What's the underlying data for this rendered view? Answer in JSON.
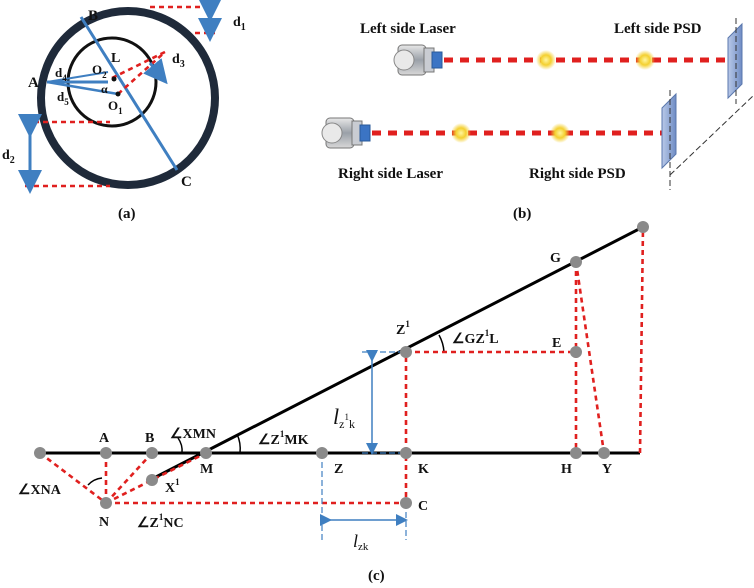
{
  "panel_a": {
    "caption": "(a)",
    "labels": {
      "B": "B",
      "A": "A",
      "C": "C",
      "L": "L",
      "O2": "O",
      "O2_sub": "2",
      "O1": "O",
      "O1_sub": "1",
      "d1": "d",
      "d1_sub": "1",
      "d2": "d",
      "d2_sub": "2",
      "d3": "d",
      "d3_sub": "3",
      "d4": "d",
      "d4_sub": "4",
      "d5": "d",
      "d5_sub": "5",
      "alpha": "α"
    },
    "colors": {
      "ring": "#1f2a3a",
      "measure": "#3f7fc1",
      "dash": "#e0201f"
    }
  },
  "panel_b": {
    "caption": "(b)",
    "left_laser": "Left side Laser",
    "right_laser": "Right side Laser",
    "left_psd": "Left side PSD",
    "right_psd": "Right side PSD",
    "colors": {
      "beam": "#e0201f",
      "spark": "#f4e040",
      "psd": "#7f9ccf"
    }
  },
  "panel_c": {
    "caption": "(c)",
    "points": {
      "A": "A",
      "B": "B",
      "M": "M",
      "Z": "Z",
      "K": "K",
      "H": "H",
      "Y": "Y",
      "N": "N",
      "C": "C",
      "E": "E",
      "G": "G",
      "X1": "X",
      "X1_sup": "1",
      "Z1": "Z",
      "Z1_sup": "1"
    },
    "angles": {
      "xna": "∠XNA",
      "xmn": "∠XMN",
      "z1mk_pre": "∠Z",
      "z1mk_sup": "1",
      "z1mk_post": "MK",
      "z1nc_pre": "∠Z",
      "z1nc_sup": "1",
      "z1nc_post": "NC",
      "gz1l_pre": "∠GZ",
      "gz1l_sup": "1",
      "gz1l_post": "L"
    },
    "measures": {
      "lz1k_main": "l",
      "lz1k_sub": "z",
      "lz1k_sup": "1",
      "lz1k_k": "k",
      "lzk_main": "l",
      "lzk_sub": "zk"
    },
    "colors": {
      "line": "#000000",
      "dash": "#e0201f",
      "node": "#8a8a8a",
      "measure": "#3f7fc1"
    }
  }
}
